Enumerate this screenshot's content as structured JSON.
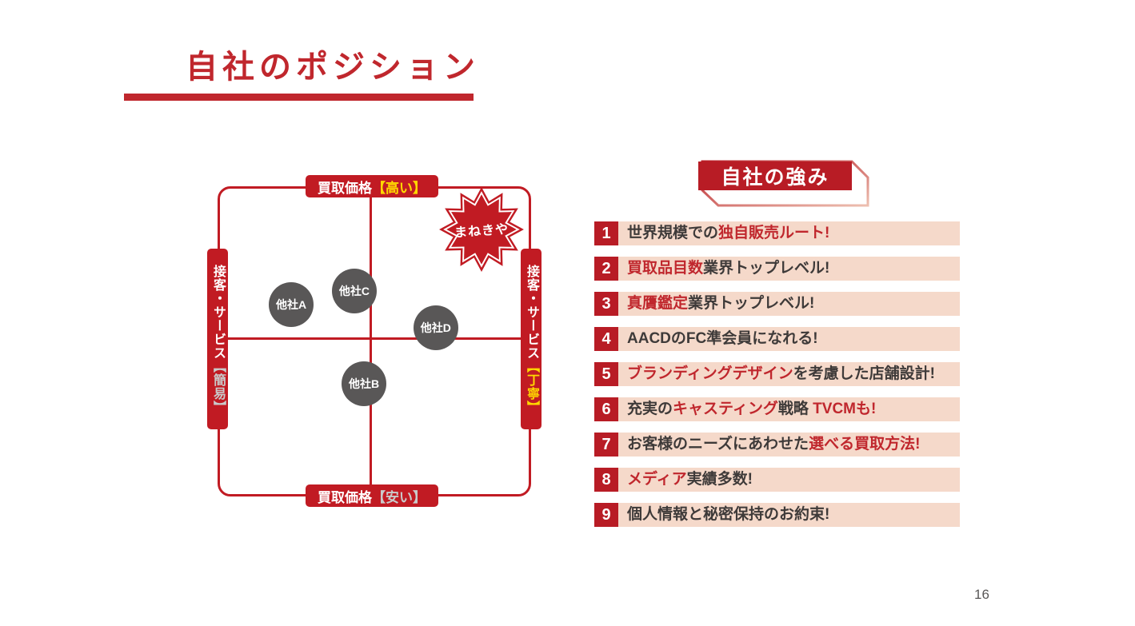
{
  "colors": {
    "accent_red": "#c0272d",
    "matrix_red": "#c11b23",
    "box_red": "#b81c25",
    "row_pink": "#f5d9ca",
    "dark_text": "#3e3a39",
    "circle_gray": "#595757",
    "bracket_yellow": "#ffd800",
    "bracket_gray": "#c9caca"
  },
  "title": {
    "text": "自社のポジション"
  },
  "page_number": "16",
  "matrix": {
    "top_label": {
      "main": "買取価格",
      "bracket": "【高い】",
      "bracket_color": "#ffd800"
    },
    "bottom_label": {
      "main": "買取価格",
      "bracket": "【安い】",
      "bracket_color": "#c9caca"
    },
    "left_label": {
      "main": "接客・サービス",
      "bracket": "【簡易】",
      "bracket_color": "#c9caca"
    },
    "right_label": {
      "main": "接客・サービス",
      "bracket": "【丁寧】",
      "bracket_color": "#ffd800"
    },
    "self_marker": {
      "label": "まねきや",
      "x_pct": 84.2,
      "y_pct": 13.9
    },
    "competitors": [
      {
        "label": "他社A",
        "x_pct": 23.5,
        "y_pct": 38.1
      },
      {
        "label": "他社C",
        "x_pct": 43.6,
        "y_pct": 33.8
      },
      {
        "label": "他社D",
        "x_pct": 69.6,
        "y_pct": 45.6
      },
      {
        "label": "他社B",
        "x_pct": 46.7,
        "y_pct": 63.7
      }
    ]
  },
  "strengths": {
    "heading": "自社の強み",
    "items": [
      {
        "number": "1",
        "segments": [
          {
            "text": "世界規模での",
            "em": false
          },
          {
            "text": "独自販売ルート!",
            "em": true
          }
        ]
      },
      {
        "number": "2",
        "segments": [
          {
            "text": "買取品目数",
            "em": true
          },
          {
            "text": "業界トップレベル!",
            "em": false
          }
        ]
      },
      {
        "number": "3",
        "segments": [
          {
            "text": "真贋鑑定",
            "em": true
          },
          {
            "text": "業界トップレベル!",
            "em": false
          }
        ]
      },
      {
        "number": "4",
        "segments": [
          {
            "text": "AACDのFC準会員になれる!",
            "em": false
          }
        ]
      },
      {
        "number": "5",
        "segments": [
          {
            "text": "ブランディングデザイン",
            "em": true
          },
          {
            "text": "を考慮した店舗設計!",
            "em": false
          }
        ]
      },
      {
        "number": "6",
        "segments": [
          {
            "text": "充実の",
            "em": false
          },
          {
            "text": "キャスティング",
            "em": true
          },
          {
            "text": "戦略 ",
            "em": false
          },
          {
            "text": "TVCMも!",
            "em": true
          }
        ]
      },
      {
        "number": "7",
        "segments": [
          {
            "text": "お客様のニーズにあわせた",
            "em": false
          },
          {
            "text": "選べる買取方法!",
            "em": true
          }
        ]
      },
      {
        "number": "8",
        "segments": [
          {
            "text": "メディア",
            "em": true
          },
          {
            "text": "実績多数!",
            "em": false
          }
        ]
      },
      {
        "number": "9",
        "segments": [
          {
            "text": "個人情報と秘密保持のお約束!",
            "em": false
          }
        ]
      }
    ]
  }
}
